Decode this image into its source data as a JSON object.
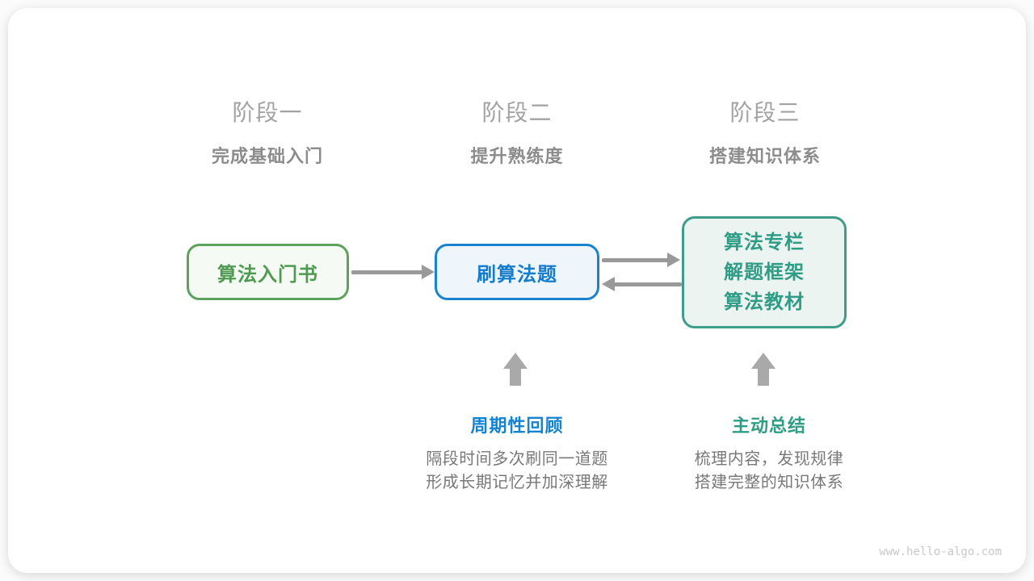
{
  "stages": [
    {
      "title": "阶段一",
      "subtitle": "完成基础入门"
    },
    {
      "title": "阶段二",
      "subtitle": "提升熟练度"
    },
    {
      "title": "阶段三",
      "subtitle": "搭建知识体系"
    }
  ],
  "nodes": {
    "book": {
      "label": "算法入门书"
    },
    "practice": {
      "label": "刷算法题"
    },
    "resources": {
      "lines": [
        "算法专栏",
        "解题框架",
        "算法教材"
      ]
    }
  },
  "annotations": {
    "review": {
      "title": "周期性回顾",
      "lines": [
        "隔段时间多次刷同一道题",
        "形成长期记忆并加深理解"
      ]
    },
    "summarize": {
      "title": "主动总结",
      "lines": [
        "梳理内容，发现规律",
        "搭建完整的知识体系"
      ]
    }
  },
  "watermark": "www.hello-algo.com",
  "colors": {
    "green_text": "#4e9b50",
    "green_border": "#5ba35c",
    "green_bg": "#f5faf5",
    "blue_text": "#147ccb",
    "blue_border": "#1a82ce",
    "blue_bg": "#eef6fc",
    "teal_text": "#2f9c85",
    "teal_border": "#3e9c8b",
    "teal_bg": "#ebf4f1",
    "arrow_gray": "#999999",
    "block_arrow_gray": "#a9a9a9",
    "stage_title_gray": "#a3a3a3",
    "stage_subtitle_gray": "#8c8c8c",
    "description_gray": "#787878",
    "watermark_gray": "#c9c9c9",
    "annotation_blue": "#1383d2"
  }
}
